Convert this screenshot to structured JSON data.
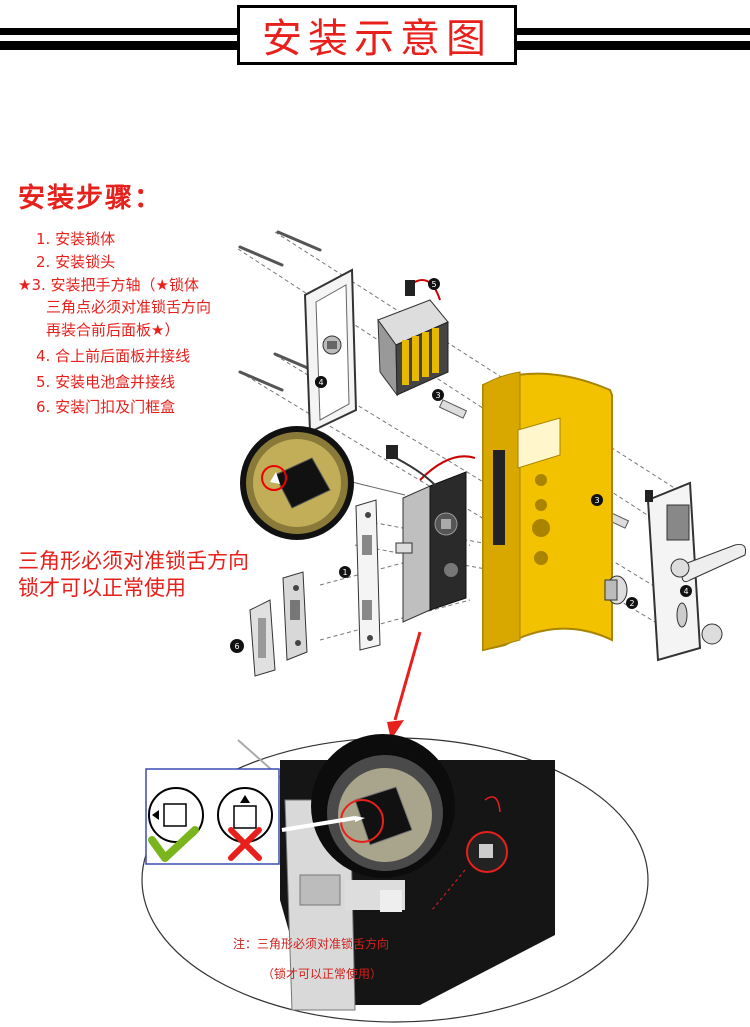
{
  "header": {
    "title": "安装示意图"
  },
  "steps": {
    "title": "安装步骤：",
    "items": [
      "1. 安装锁体",
      "2. 安装锁头",
      "★3. 安装把手方轴（★锁体",
      "三角点必须对准锁舌方向",
      "再装合前后面板★）",
      "4. 合上前后面板并接线",
      "5. 安装电池盒并接线",
      "6. 安装门扣及门框盒"
    ]
  },
  "side_note": {
    "line1": "三角形必须对准锁舌方向",
    "line2": "锁才可以正常使用"
  },
  "callouts": [
    "1",
    "2",
    "3",
    "4",
    "5",
    "6"
  ],
  "bottom_note": {
    "line1": "注：三角形必须对准锁舌方向",
    "line2": "（锁才可以正常使用）"
  },
  "colors": {
    "red": "#e8201c",
    "gold": "#f2c200",
    "black": "#000000",
    "green": "#7ab51d"
  }
}
